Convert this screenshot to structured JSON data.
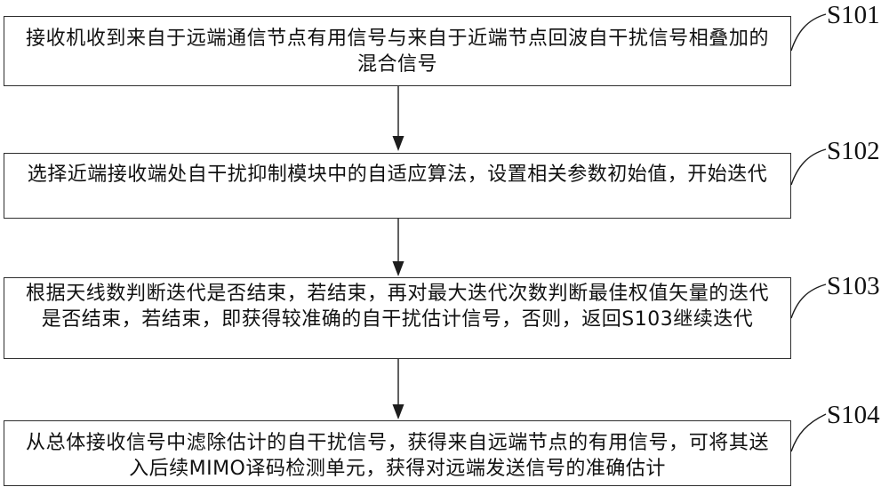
{
  "figure": {
    "type": "flowchart",
    "background_color": "#ffffff",
    "line_color": "#1d1d1d",
    "text_color": "#111111"
  },
  "steps": [
    {
      "id": "S101",
      "text": "接收机收到来自于远端通信节点有用信号与来自于近端节点回波自干扰信号相叠加的混合信号"
    },
    {
      "id": "S102",
      "text": "选择近端接收端处自干扰抑制模块中的自适应算法，设置相关参数初始值，开始迭代"
    },
    {
      "id": "S103",
      "text": "根据天线数判断迭代是否结束，若结束，再对最大迭代次数判断最佳权值矢量的迭代是否结束，若结束，即获得较准确的自干扰估计信号，否则，返回S103继续迭代"
    },
    {
      "id": "S104",
      "text": "从总体接收信号中滤除估计的自干扰信号，获得来自远端节点的有用信号，可将其送入后续MIMO译码检测单元，获得对远端发送信号的准确估计"
    }
  ]
}
